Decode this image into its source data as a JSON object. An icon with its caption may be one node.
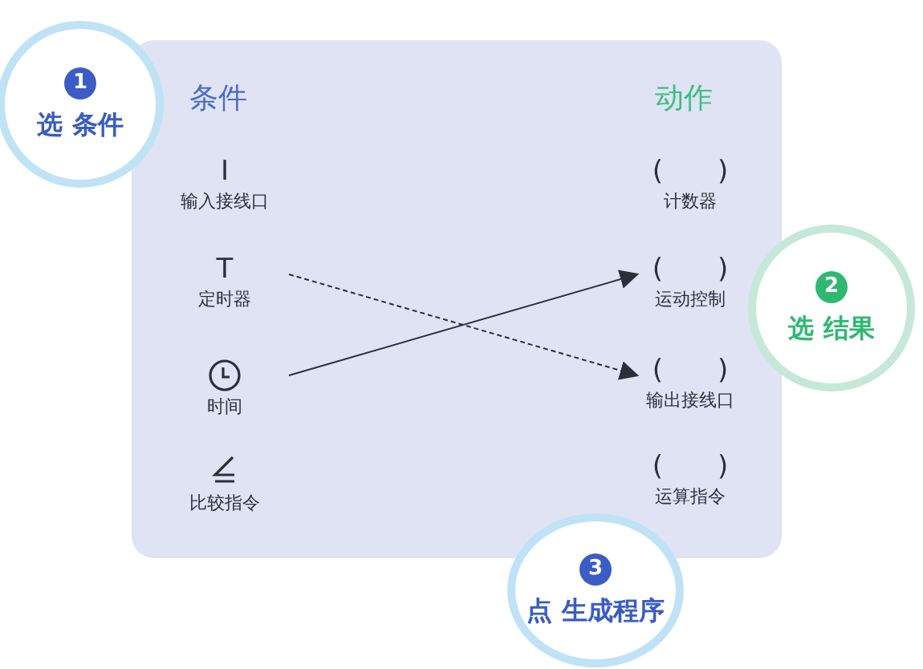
{
  "diagram": {
    "nodes": [
      {
        "text": [
          "条件",
          "动作"
        ]
      },
      {
        "text": [
          "I",
          "输入接线口"
        ],
        "in": 0
      },
      {
        "text": [
          "T",
          "定时器"
        ],
        "in": 0
      },
      {
        "text": [
          "时间"
        ],
        "in": 0
      },
      {
        "text": [
          "比较指令"
        ],
        "in": 0
      },
      {
        "text": [
          "(　　)",
          "计数器"
        ],
        "in": 0
      },
      {
        "text": [
          "(　　)",
          "运动控制"
        ],
        "in": 0
      },
      {
        "text": [
          "(　　)",
          "输出接线口"
        ],
        "in": 0
      },
      {
        "text": [
          "(　　)",
          "运算指令"
        ],
        "in": 0
      },
      {
        "text": [
          "1",
          "选 条件"
        ]
      },
      {
        "text": [
          "2",
          "选 结果"
        ]
      },
      {
        "text": [
          "3",
          "点 生成程序"
        ]
      }
    ],
    "edges": [
      {
        "from": 2,
        "to": 7,
        "arrow": "to",
        "style": "dashed"
      },
      {
        "from": 3,
        "to": 6,
        "arrow": "to"
      }
    ]
  }
}
